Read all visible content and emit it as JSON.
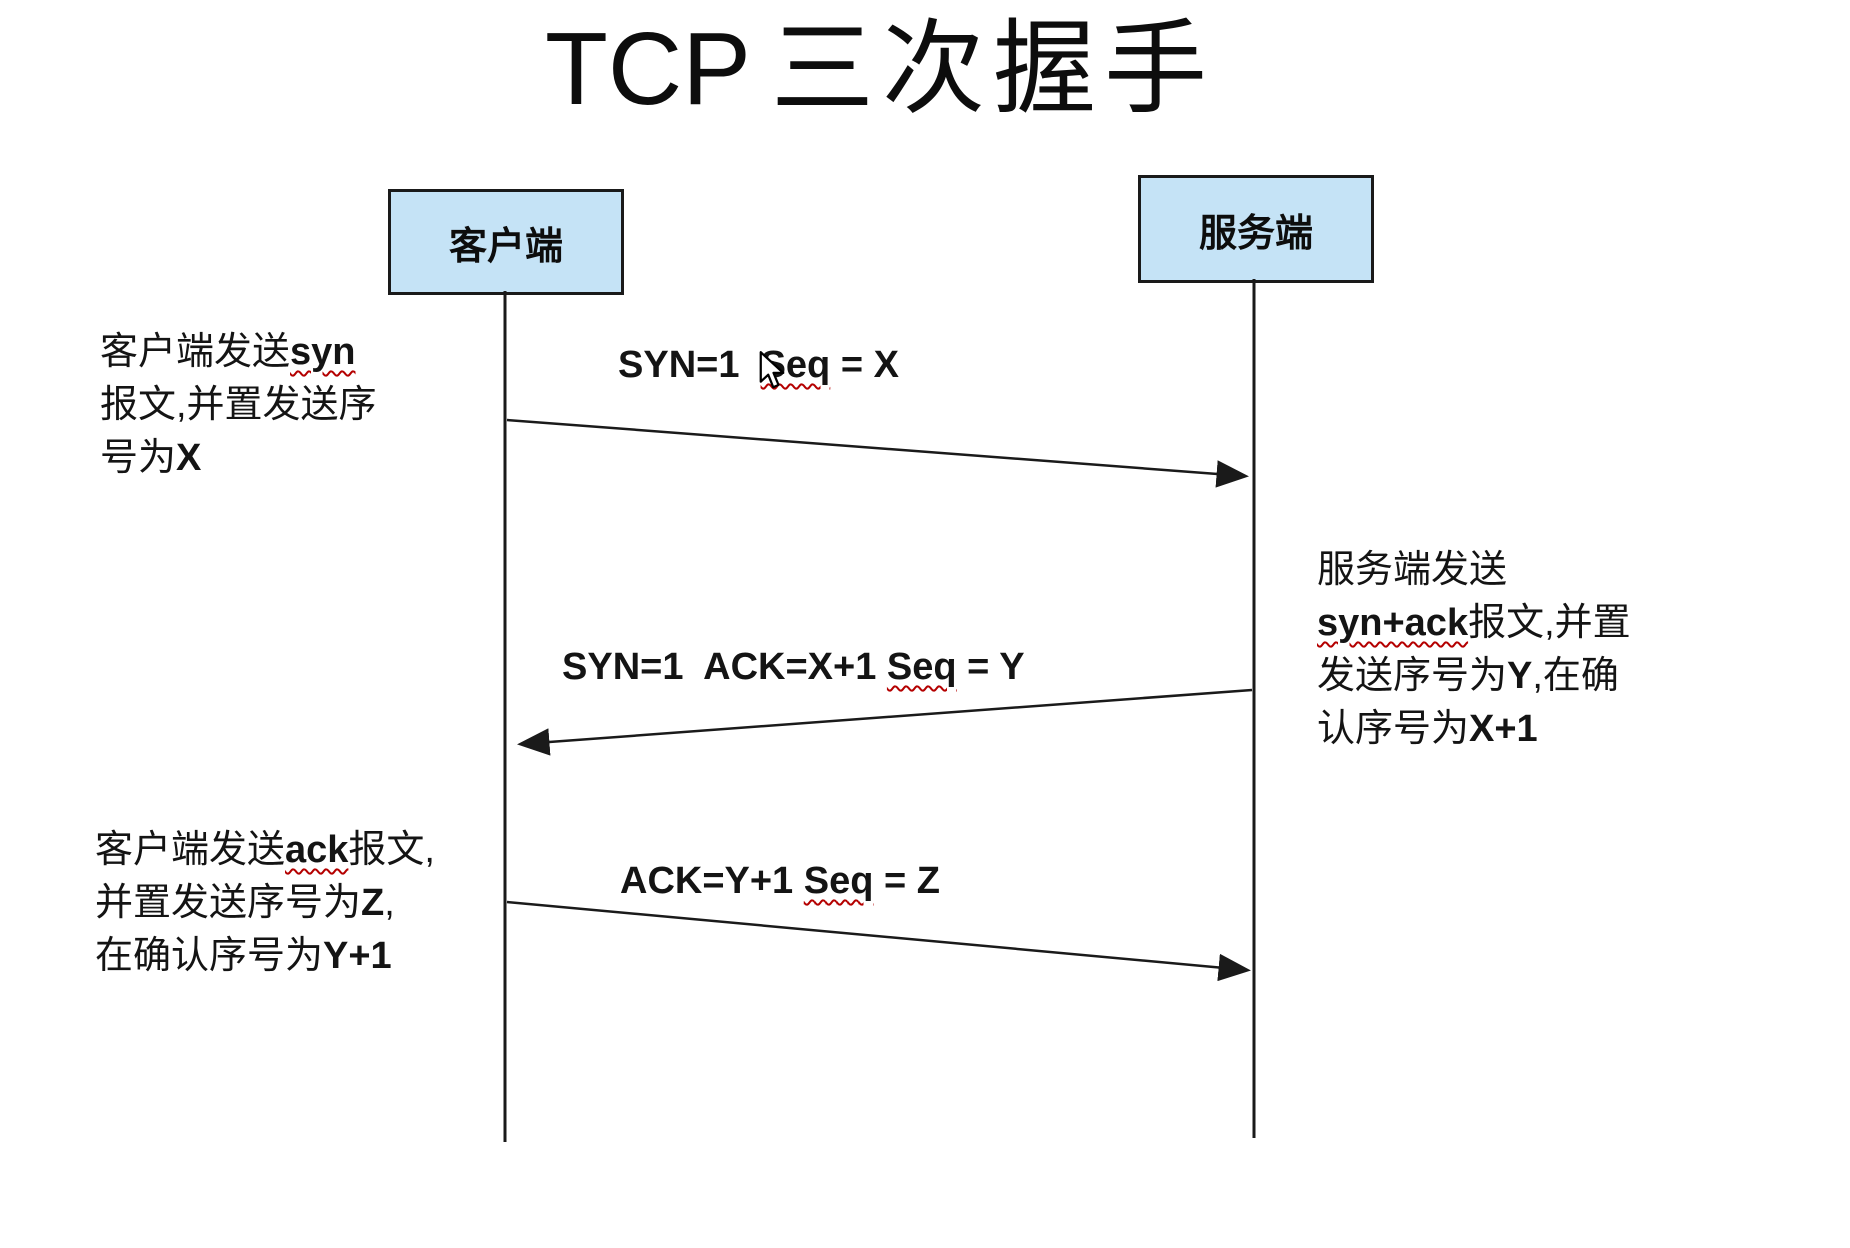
{
  "title": {
    "latin": "TCP",
    "cjk": "三次握手"
  },
  "actors": {
    "client": "客户端",
    "server": "服务端"
  },
  "messages": [
    {
      "name": "syn",
      "segments": [
        {
          "t": "SYN=1  "
        },
        {
          "t": "Seq",
          "w": true
        },
        {
          "t": " = X"
        }
      ]
    },
    {
      "name": "syn-ack",
      "segments": [
        {
          "t": "SYN=1  ACK=X+1 "
        },
        {
          "t": "Seq",
          "w": true
        },
        {
          "t": " = Y"
        }
      ]
    },
    {
      "name": "ack",
      "segments": [
        {
          "t": "ACK=Y+1 "
        },
        {
          "t": "Seq",
          "w": true
        },
        {
          "t": " = Z"
        }
      ]
    }
  ],
  "annotations": {
    "client_syn": {
      "lines": [
        [
          {
            "t": "客户端发送"
          },
          {
            "t": "syn",
            "b": true,
            "w": true
          }
        ],
        [
          {
            "t": "报文,并置发送序"
          }
        ],
        [
          {
            "t": "号为"
          },
          {
            "t": "X",
            "b": true
          }
        ]
      ]
    },
    "server_synack": {
      "lines": [
        [
          {
            "t": "服务端发送"
          }
        ],
        [
          {
            "t": "syn+ack",
            "b": true,
            "w": true
          },
          {
            "t": "报文,并置"
          }
        ],
        [
          {
            "t": "发送序号为"
          },
          {
            "t": "Y",
            "b": true
          },
          {
            "t": ",在确"
          }
        ],
        [
          {
            "t": "认序号为"
          },
          {
            "t": "X+1",
            "b": true
          }
        ]
      ]
    },
    "client_ack": {
      "lines": [
        [
          {
            "t": "客户端发送"
          },
          {
            "t": "ack",
            "b": true,
            "w": true
          },
          {
            "t": "报文,"
          }
        ],
        [
          {
            "t": "并置发送序号为"
          },
          {
            "t": "Z",
            "b": true
          },
          {
            "t": ","
          }
        ],
        [
          {
            "t": "在确认序号为"
          },
          {
            "t": "Y+1",
            "b": true
          }
        ]
      ]
    }
  },
  "colors": {
    "actor_fill": "#c5e3f6",
    "actor_border": "#1a1a1a",
    "line": "#1a1a1a",
    "underline": "#b40000"
  }
}
